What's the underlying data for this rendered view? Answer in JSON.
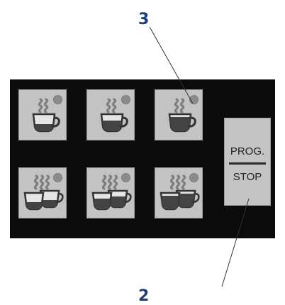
{
  "callouts": {
    "top": "3",
    "bottom": "2"
  },
  "panel": {
    "buttons": [
      {
        "icon": "single-cup-low-fill-icon"
      },
      {
        "icon": "single-cup-medium-fill-icon"
      },
      {
        "icon": "single-cup-high-fill-icon"
      },
      {
        "icon": "double-cup-low-fill-icon"
      },
      {
        "icon": "double-cup-medium-fill-icon"
      },
      {
        "icon": "double-cup-high-fill-icon"
      }
    ],
    "prog_stop": {
      "top_label": "PROG.",
      "bottom_label": "STOP"
    }
  },
  "colors": {
    "callout_text": "#1d3f7a",
    "panel_background": "#0b0b0b",
    "button_face": "#c3c3c3",
    "indicator_led": "#8b8b8b"
  }
}
